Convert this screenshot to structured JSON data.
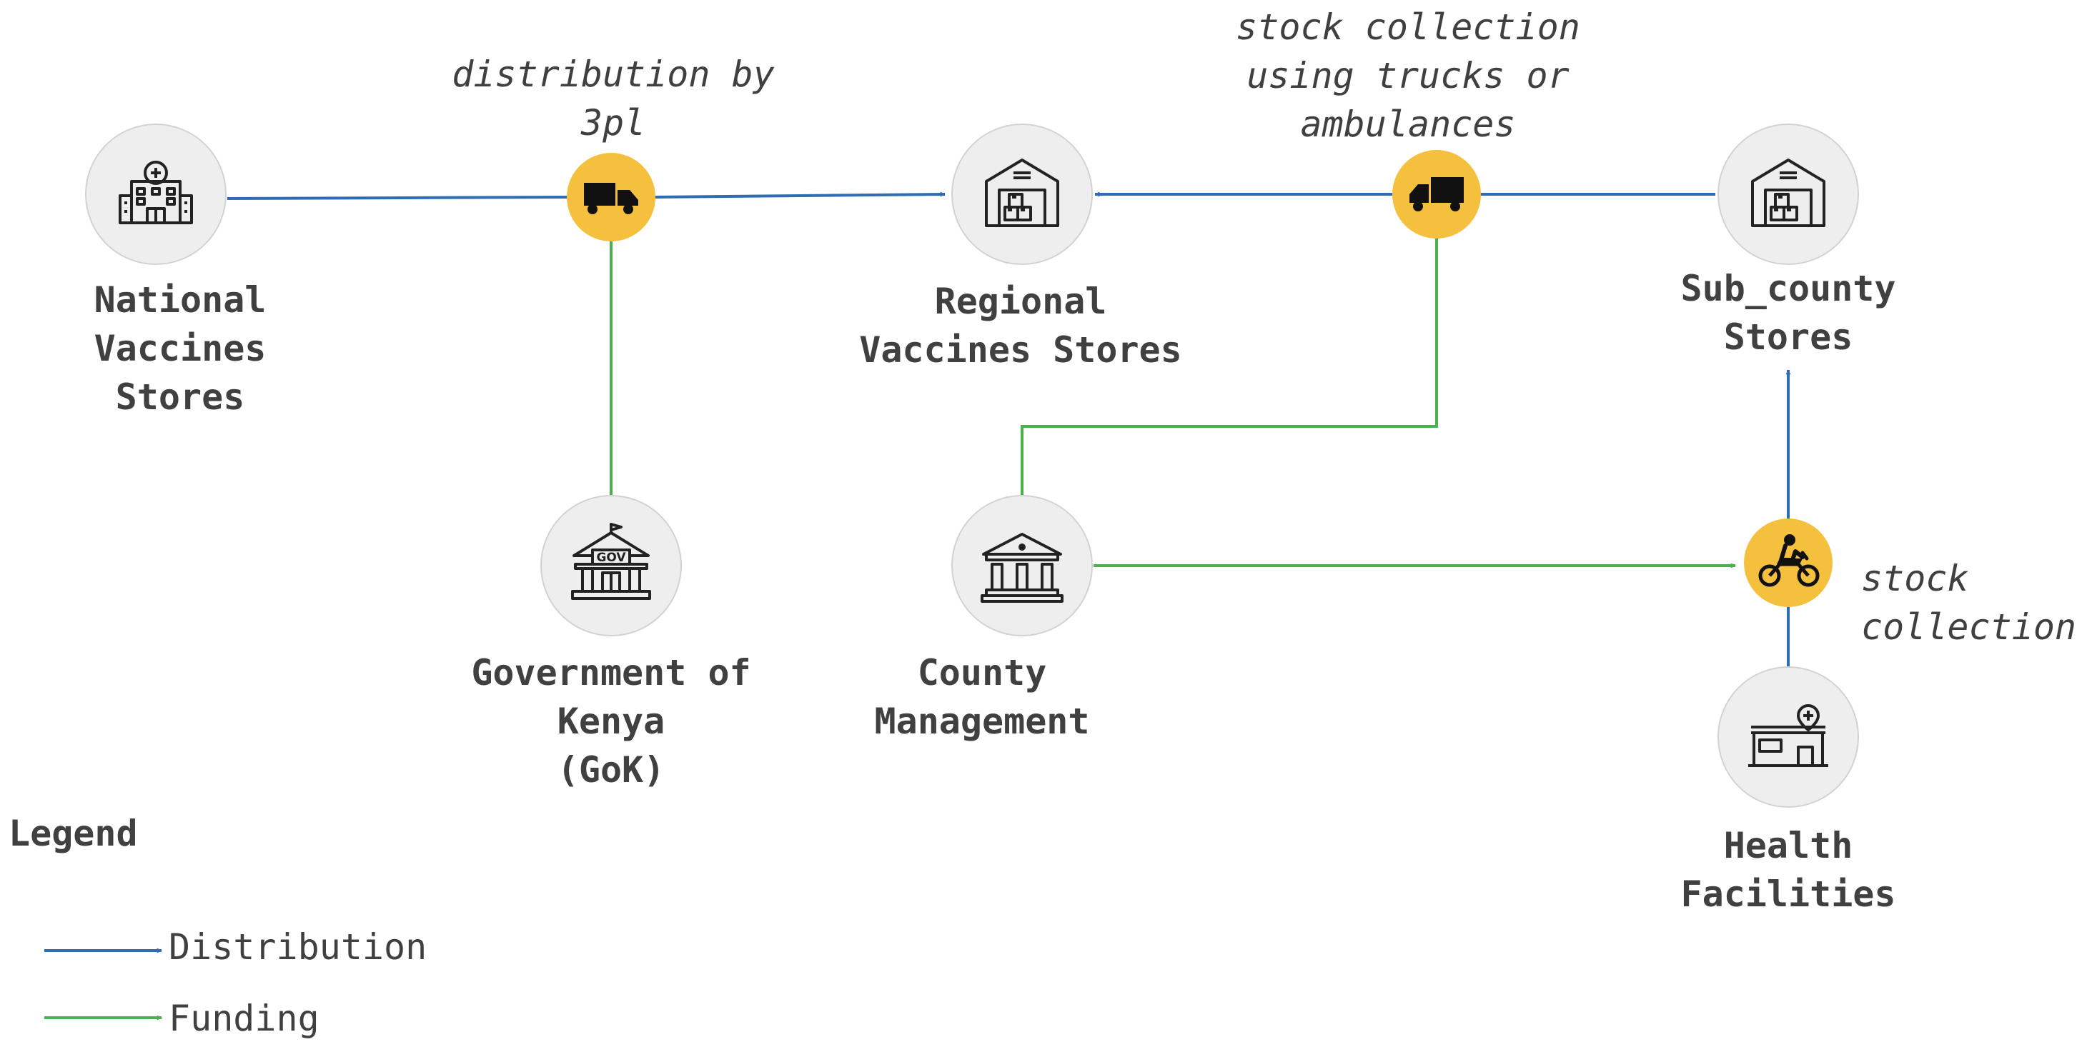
{
  "colors": {
    "distribution": "#2e6db4",
    "funding": "#4caf50",
    "node_fill": "#eeeeee",
    "node_stroke": "#d2d2d2",
    "transport_fill": "#f4c03e",
    "text": "#404040"
  },
  "nodes": {
    "national": {
      "lines": [
        "National",
        "Vaccines",
        "Stores"
      ],
      "icon": "hospital-icon"
    },
    "regional": {
      "lines": [
        "Regional",
        "Vaccines Stores"
      ],
      "icon": "warehouse-icon"
    },
    "subcounty": {
      "lines": [
        "Sub_county",
        "Stores"
      ],
      "icon": "warehouse-icon"
    },
    "gok": {
      "lines": [
        "Government of",
        "Kenya",
        "(GoK)"
      ],
      "icon": "government-building-icon"
    },
    "county": {
      "lines": [
        "County",
        "Management"
      ],
      "icon": "courthouse-icon"
    },
    "health": {
      "lines": [
        "Health",
        "Facilities"
      ],
      "icon": "clinic-icon"
    }
  },
  "transport": {
    "truck_3pl": {
      "icon": "truck-icon",
      "label_lines": [
        "distribution by",
        "3pl"
      ]
    },
    "truck_collection": {
      "icon": "truck-icon",
      "label_lines": [
        "stock collection",
        "using trucks or",
        "ambulances"
      ]
    },
    "motorbike": {
      "icon": "motorbike-icon",
      "label_lines": [
        "stock",
        "collection"
      ]
    }
  },
  "legend": {
    "title": "Legend",
    "items": [
      {
        "label": "Distribution",
        "type": "distribution"
      },
      {
        "label": "Funding",
        "type": "funding"
      }
    ]
  }
}
